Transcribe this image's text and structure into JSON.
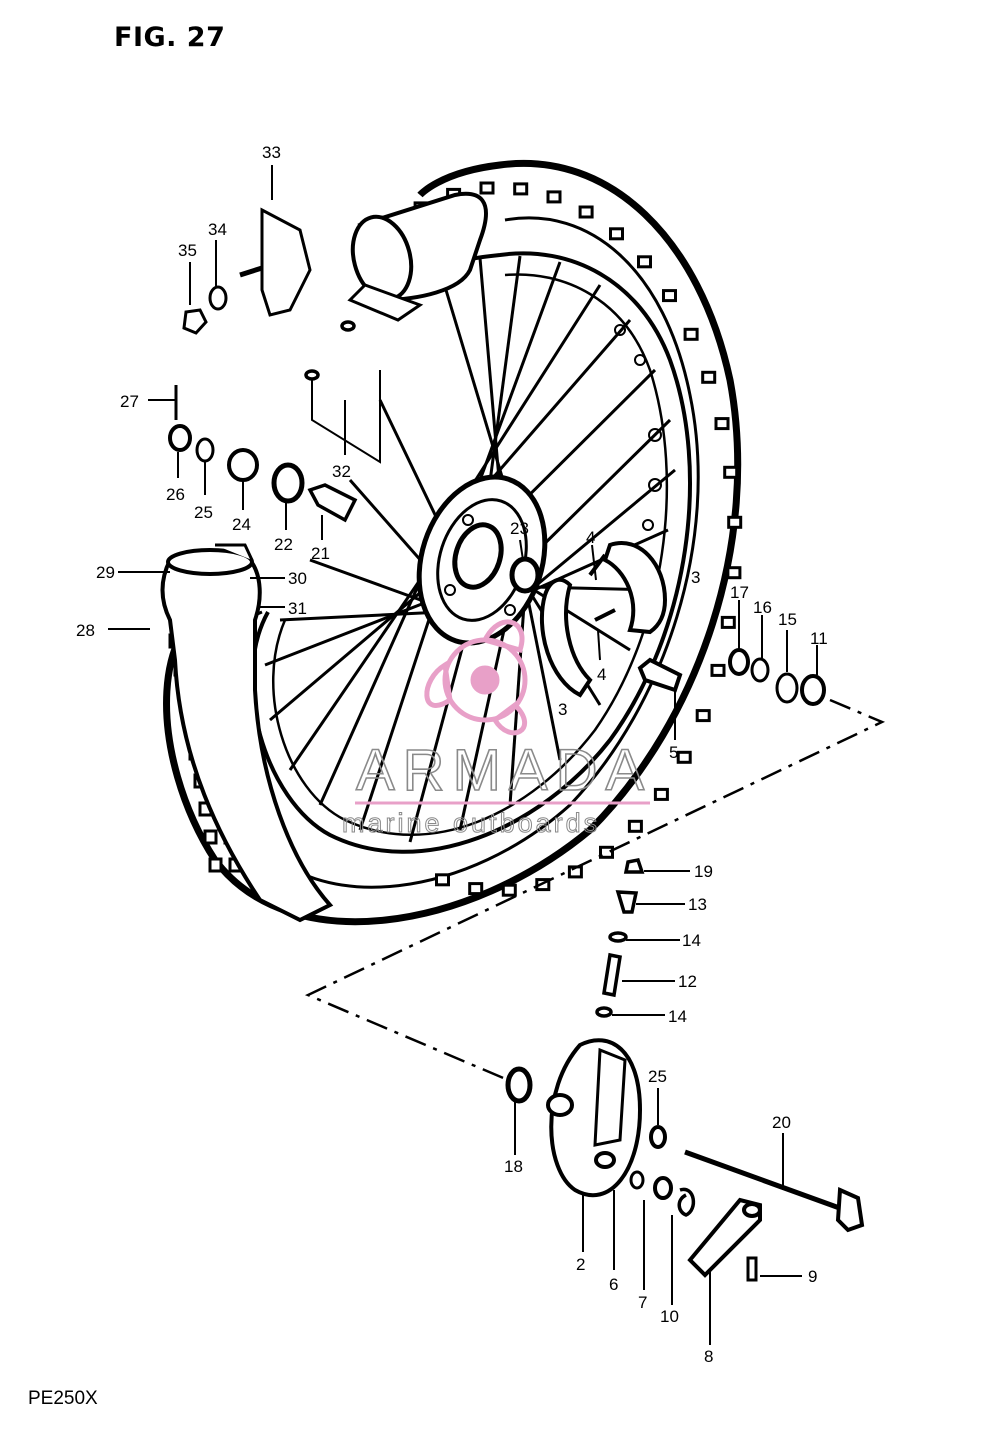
{
  "figure": {
    "title": "FIG. 27",
    "model": "PE250X"
  },
  "watermark": {
    "brand": "ARMADA",
    "tagline": "marine outboards",
    "logo_color": "#e8a0c8",
    "text_color": "#8a8a8a"
  },
  "callouts": {
    "p2": "2",
    "p3a": "3",
    "p3b": "3",
    "p4a": "4",
    "p4b": "4",
    "p5": "5",
    "p6": "6",
    "p7": "7",
    "p8": "8",
    "p9": "9",
    "p10": "10",
    "p11": "11",
    "p12": "12",
    "p13": "13",
    "p14a": "14",
    "p14b": "14",
    "p15": "15",
    "p16": "16",
    "p17": "17",
    "p18": "18",
    "p19": "19",
    "p20": "20",
    "p21": "21",
    "p22": "22",
    "p23": "23",
    "p24": "24",
    "p25a": "25",
    "p25b": "25",
    "p26": "26",
    "p27": "27",
    "p28": "28",
    "p29": "29",
    "p30": "30",
    "p31": "31",
    "p32": "32",
    "p33": "33",
    "p34": "34",
    "p35": "35"
  }
}
